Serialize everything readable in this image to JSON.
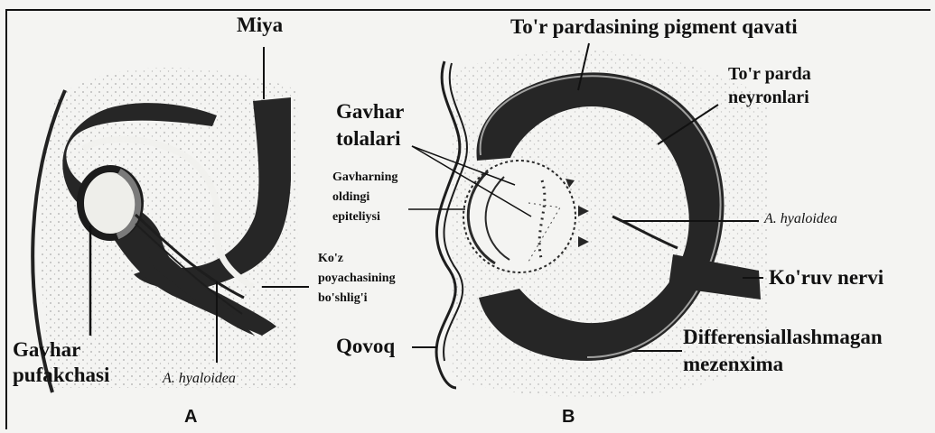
{
  "panel_a": {
    "letter": "A",
    "labels": {
      "miya": "Miya",
      "gavhar_pufakchasi_1": "Gavhar",
      "gavhar_pufakchasi_2": "pufakchasi",
      "a_hyaloidea": "A. hyaloidea",
      "koz_poyachasi_1": "Ko'z",
      "koz_poyachasi_2": "poyachasining",
      "koz_poyachasi_3": "bo'shlig'i"
    }
  },
  "panel_b": {
    "letter": "B",
    "labels": {
      "pigment_qavati": "To'r pardasining pigment qavati",
      "tor_parda_1": "To'r parda",
      "tor_parda_2": "neyronlari",
      "gavhar_tolalari_1": "Gavhar",
      "gavhar_tolalari_2": "tolalari",
      "epiteliy_1": "Gavharning",
      "epiteliy_2": "oldingi",
      "epiteliy_3": "epiteliysi",
      "a_hyaloidea": "A. hyaloidea",
      "koruv_nervi": "Ko'ruv nervi",
      "qovoq": "Qovoq",
      "mezenxima_1": "Differensiallashmagan",
      "mezenxima_2": "mezenxima"
    }
  }
}
